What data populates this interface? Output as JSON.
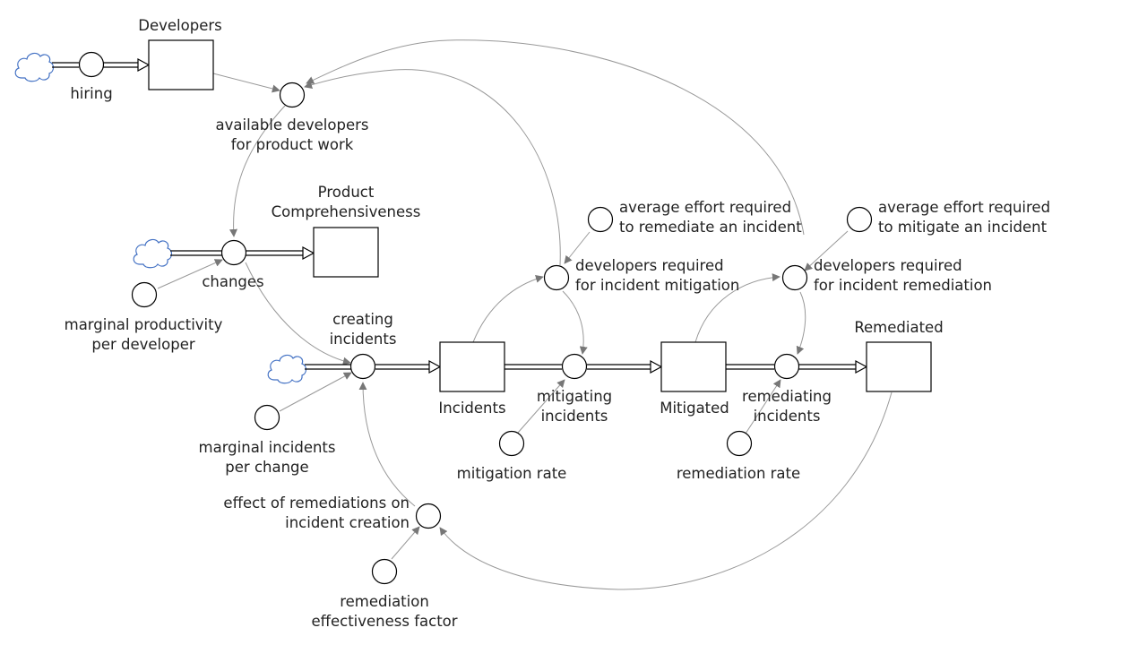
{
  "stocks": {
    "developers": "Developers",
    "product": [
      "Product",
      "Comprehensiveness"
    ],
    "incidents": "Incidents",
    "mitigated": "Mitigated",
    "remediated": "Remediated"
  },
  "flows": {
    "hiring": "hiring",
    "changes": "changes",
    "creating_incidents": [
      "creating",
      "incidents"
    ],
    "mitigating_incidents": [
      "mitigating",
      "incidents"
    ],
    "remediating_incidents": [
      "remediating",
      "incidents"
    ]
  },
  "auxiliaries": {
    "available_developers": [
      "available developers",
      "for product work"
    ],
    "marginal_productivity": [
      "marginal productivity",
      "per developer"
    ],
    "marginal_incidents": [
      "marginal incidents",
      "per change"
    ],
    "effect_of_remediations": [
      "effect of remediations on",
      "incident creation"
    ],
    "remediation_effectiveness": [
      "remediation",
      "effectiveness factor"
    ],
    "mitigation_rate": "mitigation rate",
    "remediation_rate": "remediation rate",
    "avg_effort_remediate": [
      "average effort required",
      "to remediate an incident"
    ],
    "avg_effort_mitigate": [
      "average effort required",
      "to mitigate an incident"
    ],
    "dev_req_mitigation": [
      "developers required",
      "for incident mitigation"
    ],
    "dev_req_remediation": [
      "developers required",
      "for incident remediation"
    ]
  },
  "colors": {
    "cloud": "#4472c4",
    "stroke": "#000000",
    "link": "#999999",
    "arrowhead": "#777777",
    "text": "#222222"
  }
}
